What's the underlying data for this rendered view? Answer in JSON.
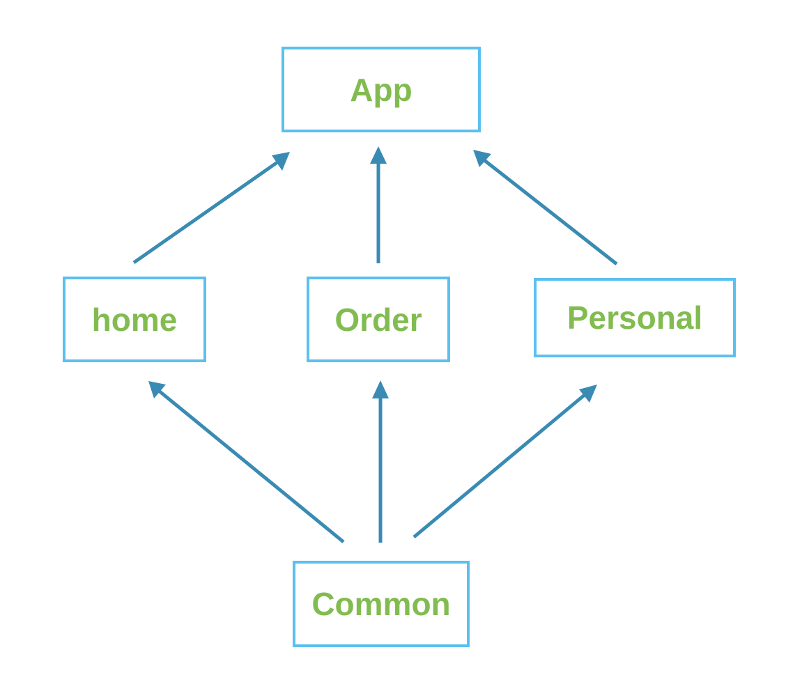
{
  "diagram": {
    "nodes": {
      "app": "App",
      "home": "home",
      "order": "Order",
      "personal": "Personal",
      "common": "Common"
    },
    "edges": [
      {
        "from": "home",
        "to": "app"
      },
      {
        "from": "order",
        "to": "app"
      },
      {
        "from": "personal",
        "to": "app"
      },
      {
        "from": "common",
        "to": "home"
      },
      {
        "from": "common",
        "to": "order"
      },
      {
        "from": "common",
        "to": "personal"
      }
    ],
    "colors": {
      "node_border": "#5bc0ef",
      "node_text": "#82bc51",
      "arrow": "#3a8bb3"
    }
  }
}
